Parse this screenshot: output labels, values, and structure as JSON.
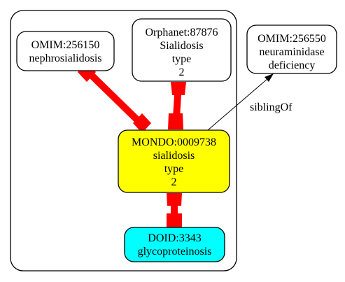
{
  "nodes": {
    "omim256150": {
      "lines": [
        "OMIM:256150",
        "nephrosialidosis"
      ],
      "fill": "#ffffff"
    },
    "orphanet87876": {
      "lines": [
        "Orphanet:87876",
        "Sialidosis",
        "type",
        "2"
      ],
      "fill": "#ffffff"
    },
    "omim256550": {
      "lines": [
        "OMIM:256550",
        "neuraminidase",
        "deficiency"
      ],
      "fill": "#ffffff"
    },
    "mondo0009738": {
      "lines": [
        "MONDO:0009738",
        "sialidosis",
        "type",
        "2"
      ],
      "fill": "#ffff00"
    },
    "doid3343": {
      "lines": [
        "DOID:3343",
        "glycoproteinosis"
      ],
      "fill": "#00ffff"
    }
  },
  "edges": {
    "sibling_label": "siblingOf"
  },
  "colors": {
    "equivalence_edge": "#ff0000",
    "stroke": "#000000"
  }
}
